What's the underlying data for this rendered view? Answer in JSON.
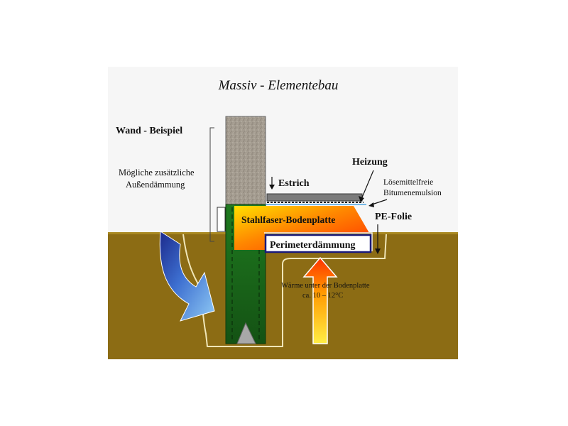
{
  "title": "Massiv - Elementebau",
  "labels": {
    "wall_example": "Wand - Beispiel",
    "insulation_line1": "Mögliche zusätzliche",
    "insulation_line2": "Außendämmung",
    "screed": "Estrich",
    "heating": "Heizung",
    "emulsion_line1": "Lösemittelfreie",
    "emulsion_line2": "Bitumenemulsion",
    "steel_fiber_slab": "Stahlfaser-Bodenplatte",
    "pe_foil": "PE-Folie",
    "perimeter_insulation": "Perimeterdämmung",
    "heat_line1": "Wärme unter der Bodenplatte",
    "heat_line2": "ca. 10 – 12°C"
  },
  "colors": {
    "soil": "#8a6a12",
    "soil_line": "#e8d9a8",
    "air": "#f7f7f7",
    "green_foundation": "#1f6b1f",
    "wall_concrete": "#a29a8e",
    "screed": "#7a7a7a",
    "slab_orange": "#ff4400",
    "slab_yellow": "#ffdd00",
    "insulation_border": "#1a1a7a",
    "blue_dark": "#1c2a8c",
    "blue_light": "#7fbff2",
    "heat_red": "#ff3300",
    "heat_yellow": "#ffee44"
  }
}
